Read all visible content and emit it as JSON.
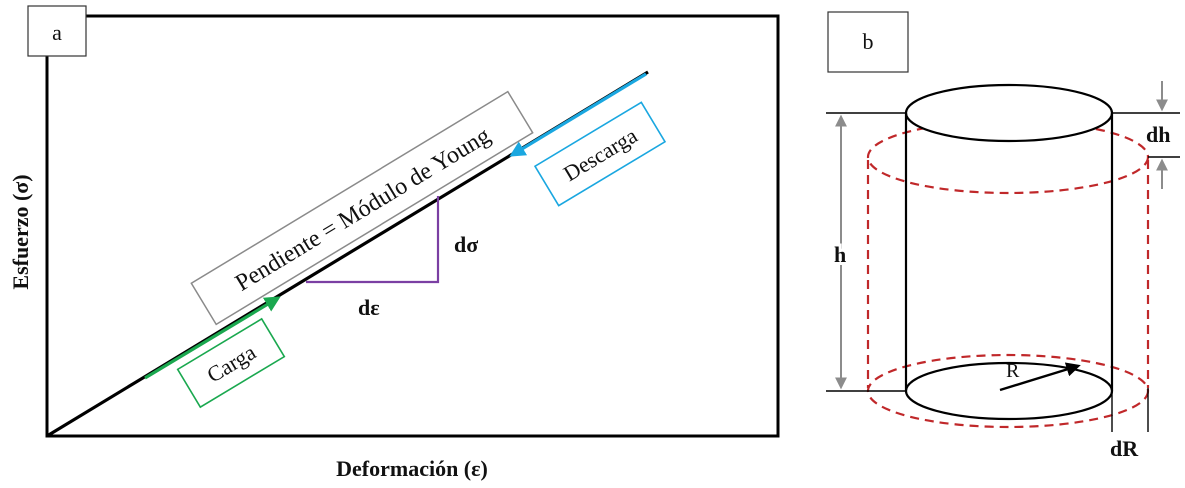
{
  "panel_a": {
    "label": "a",
    "ylabel": "Esfuerzo (σ)",
    "xlabel": "Deformación (ε)",
    "slope_label": "Pendiente = Módulo de Young",
    "load_label": "Carga",
    "unload_label": "Descarga",
    "dsigma_label": "dσ",
    "deps_label": "dε",
    "colors": {
      "load": "#1aa84f",
      "unload": "#1aa7e0",
      "triangle": "#7b3fa3",
      "slope_box": "#8a8a8a"
    }
  },
  "panel_b": {
    "label": "b",
    "h_label": "h",
    "dh_label": "dh",
    "r_label": "R",
    "dr_label": "dR",
    "colors": {
      "deformed": "#c0282a",
      "dimension": "#8c8c8c"
    }
  }
}
